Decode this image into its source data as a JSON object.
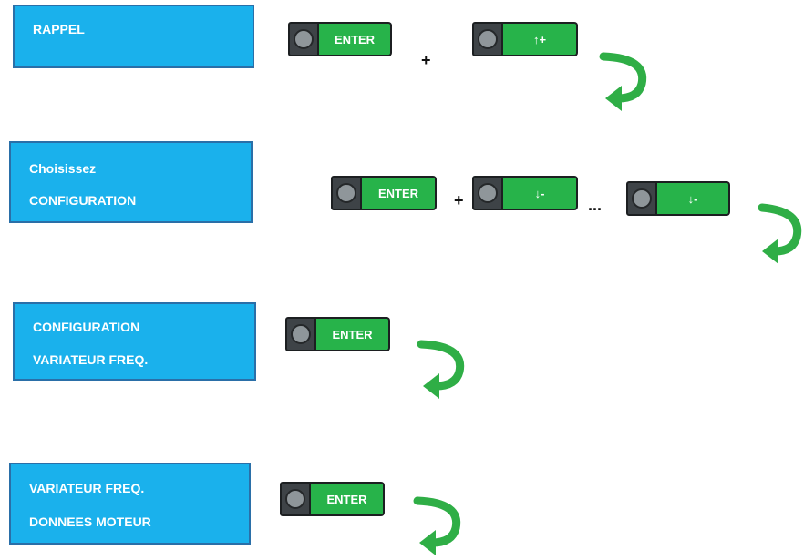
{
  "steps": [
    {
      "lines": [
        "RAPPEL"
      ]
    },
    {
      "lines": [
        "Choisissez",
        "CONFIGURATION"
      ]
    },
    {
      "lines": [
        "CONFIGURATION",
        "VARIATEUR FREQ."
      ]
    },
    {
      "lines": [
        "VARIATEUR FREQ.",
        "DONNEES MOTEUR"
      ]
    }
  ],
  "keys": {
    "enter": "ENTER",
    "up": "↑+",
    "down": "↓-"
  },
  "separators": {
    "plus": "+",
    "ellipsis": "..."
  },
  "colors": {
    "step_box": "#1ab1ec",
    "key_green": "#27b34a",
    "arrow_green": "#2fae46"
  }
}
